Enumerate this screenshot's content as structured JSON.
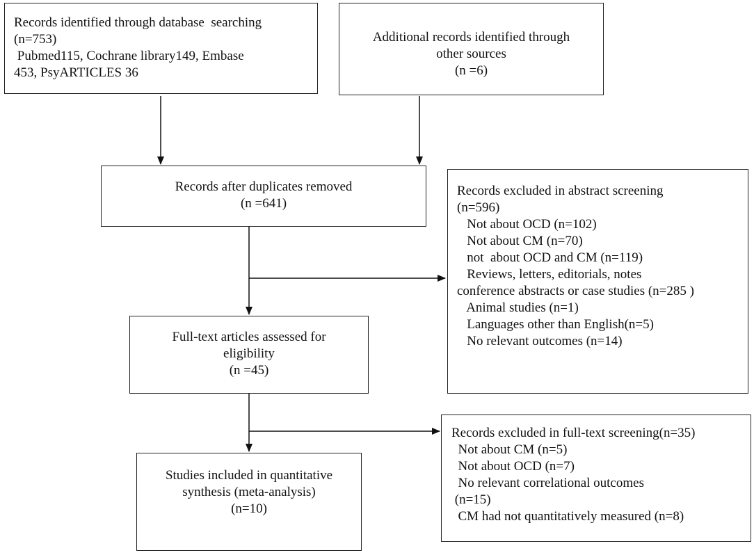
{
  "boxes": {
    "database_search": {
      "lines": [
        "Records identified through database  searching",
        "(n=753)",
        " Pubmed115, Cochrane library149, Embase",
        "453, PsyARTICLES 36"
      ]
    },
    "other_sources": {
      "lines": [
        "Additional records identified through",
        "other sources",
        "(n =6)"
      ]
    },
    "after_duplicates": {
      "lines": [
        "Records after duplicates removed",
        "(n =641)"
      ]
    },
    "abstract_excluded": {
      "lines": [
        "Records excluded in abstract screening",
        "(n=596)",
        "   Not about OCD (n=102)",
        "   Not about CM (n=70)",
        "   not  about OCD and CM (n=119)",
        "   Reviews, letters, editorials, notes",
        "conference abstracts or case studies (n=285 )",
        "   Animal studies (n=1)",
        "   Languages other than English(n=5)",
        "   No relevant outcomes (n=14)"
      ]
    },
    "fulltext_assessed": {
      "lines": [
        "Full-text articles assessed for",
        "eligibility",
        "(n =45)"
      ]
    },
    "fulltext_excluded": {
      "lines": [
        "Records excluded in full-text screening(n=35)",
        "  Not about CM (n=5)",
        "  Not about OCD (n=7)",
        "  No relevant correlational outcomes",
        " (n=15)",
        "  CM had not quantitatively measured (n=8)"
      ]
    },
    "included": {
      "lines": [
        "Studies included in quantitative",
        "synthesis (meta-analysis)",
        "(n=10)"
      ]
    }
  }
}
